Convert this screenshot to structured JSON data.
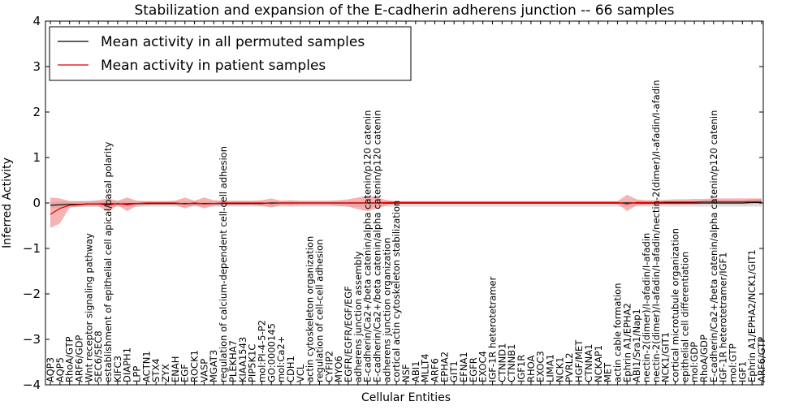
{
  "chart_data": {
    "type": "line",
    "title": "Stabilization and expansion of the E-cadherin adherens junction -- 66 samples",
    "xlabel": "Cellular Entities",
    "ylabel": "Inferred Activity",
    "ylim": [
      -4,
      4
    ],
    "yticks": [
      -4,
      -3,
      -2,
      -1,
      0,
      1,
      2,
      3,
      4
    ],
    "legend_position": "top-left",
    "grid": false,
    "colors": {
      "permuted": "#000000",
      "patient": "#e00000",
      "patient_band": "#f08080",
      "permuted_band": "#c8c8c8"
    },
    "categories": [
      "AQP3",
      "AQP5",
      "RhoA/GTP",
      "ARF6/GDP",
      "Wnt receptor signaling pathway",
      "SEC6/SEC8",
      "establishment of epithelial cell apical/basal polarity",
      "KIFC3",
      "DIAPH1",
      "LPP",
      "ACTN1",
      "STX4",
      "ZYX",
      "ENAH",
      "EGF",
      "ROCK1",
      "VASP",
      "MGAT3",
      "regulation of calcium-dependent cell-cell adhesion",
      "PLEKHA7",
      "KIAA1543",
      "PIP5K1C",
      "mol:PI-4-5-P2",
      "GO:0000145",
      "mol:Ca2+",
      "CDH1",
      "VCL",
      "actin cytoskeleton organization",
      "regulation of cell-cell adhesion",
      "CYFIP2",
      "MYO6",
      "EGFR/EGFR/EGF/EGF",
      "adherens junction assembly",
      "E-cadherin/Ca2+/beta catenin/alpha catenin/p120 catenin",
      "E-cadherin/Ca2+/beta catenin/alpha catenin/p120 catenin",
      "adherens junction organization",
      "cortical actin cytoskeleton stabilization",
      "NSF",
      "ABI1",
      "MLLT4",
      "ARF6",
      "EPHA2",
      "GIT1",
      "EFNA1",
      "EGFR",
      "EXOC4",
      "IGF-1R heterotetramer",
      "CTNND1",
      "CTNNB1",
      "IGF1R",
      "RHOA",
      "EXOC3",
      "LIMA1",
      "NCK1",
      "PVRL2",
      "HGF/MET",
      "CTNNA1",
      "NCKAP1",
      "MET",
      "actin cable formation",
      "Ephrin A1/EPHA2",
      "ABI1/Sra1/Nap1",
      "nectin-2(dimer)/I-afadin/I-afadin",
      "nectin-2(dimer)/I-afadin/I-afadin/nectin-2(dimer)/I-afadin/I-afadin",
      "NCK1/GIT1",
      "cortical microtubule organization",
      "epithelial cell differentiation",
      "mol:GDP",
      "RhoA/GDP",
      "E-cadherin/Ca2+/beta catenin/alpha catenin/p120 catenin",
      "IGF-1R heterotetramer/IGF1",
      "mol:GTP",
      "IGF1",
      "Ephrin A1/EPHA2/NCK1/GIT1",
      "ARF6/GTP"
    ],
    "series": [
      {
        "name": "Mean activity in all permuted samples",
        "values": [
          -0.05,
          -0.04,
          -0.03,
          -0.03,
          -0.02,
          -0.02,
          -0.02,
          -0.02,
          -0.02,
          -0.01,
          -0.01,
          -0.01,
          -0.01,
          -0.01,
          -0.01,
          -0.01,
          -0.01,
          -0.01,
          -0.01,
          -0.01,
          -0.01,
          -0.01,
          -0.01,
          0,
          0,
          0,
          0,
          0,
          0,
          0,
          0,
          0,
          0,
          0,
          0,
          0,
          0,
          0,
          0,
          0,
          0,
          0,
          0,
          0,
          0,
          0,
          0,
          0,
          0,
          0,
          0,
          0,
          0,
          0,
          0,
          0,
          0,
          0,
          0,
          0,
          0,
          0,
          0,
          0,
          0,
          0,
          0,
          0,
          0,
          0,
          0,
          0,
          0,
          0.01,
          0.01
        ],
        "lower": [
          -0.12,
          -0.1,
          -0.09,
          -0.09,
          -0.09,
          -0.09,
          -0.09,
          -0.09,
          -0.09,
          -0.09,
          -0.08,
          -0.08,
          -0.08,
          -0.08,
          -0.08,
          -0.08,
          -0.08,
          -0.08,
          -0.08,
          -0.08,
          -0.08,
          -0.08,
          -0.08,
          -0.08,
          -0.08,
          -0.08,
          -0.08,
          -0.08,
          -0.08,
          -0.08,
          -0.08,
          -0.08,
          -0.08,
          -0.08,
          -0.08,
          -0.08,
          -0.08,
          -0.08,
          -0.08,
          -0.08,
          -0.08,
          -0.08,
          -0.08,
          -0.08,
          -0.08,
          -0.08,
          -0.08,
          -0.08,
          -0.08,
          -0.08,
          -0.08,
          -0.08,
          -0.08,
          -0.08,
          -0.08,
          -0.08,
          -0.08,
          -0.08,
          -0.08,
          -0.08,
          -0.08,
          -0.08,
          -0.08,
          -0.08,
          -0.08,
          -0.08,
          -0.08,
          -0.08,
          -0.08,
          -0.08,
          -0.08,
          -0.08,
          -0.08,
          -0.08,
          -0.08
        ],
        "upper": [
          0.02,
          0.03,
          0.04,
          0.04,
          0.04,
          0.04,
          0.04,
          0.04,
          0.04,
          0.04,
          0.04,
          0.04,
          0.04,
          0.04,
          0.04,
          0.04,
          0.04,
          0.04,
          0.04,
          0.04,
          0.04,
          0.04,
          0.04,
          0.04,
          0.04,
          0.04,
          0.04,
          0.04,
          0.04,
          0.04,
          0.04,
          0.04,
          0.04,
          0.04,
          0.04,
          0.04,
          0.04,
          0.04,
          0.04,
          0.04,
          0.04,
          0.04,
          0.04,
          0.04,
          0.04,
          0.04,
          0.04,
          0.04,
          0.04,
          0.04,
          0.04,
          0.04,
          0.04,
          0.04,
          0.04,
          0.04,
          0.04,
          0.04,
          0.04,
          0.04,
          0.04,
          0.04,
          0.04,
          0.04,
          0.04,
          0.04,
          0.04,
          0.04,
          0.04,
          0.04,
          0.04,
          0.04,
          0.04,
          0.09,
          0.09
        ]
      },
      {
        "name": "Mean activity in patient samples",
        "values": [
          -0.25,
          -0.12,
          -0.05,
          -0.04,
          -0.02,
          -0.02,
          -0.05,
          -0.01,
          -0.04,
          -0.01,
          0,
          0,
          0,
          0,
          -0.02,
          0,
          -0.02,
          -0.01,
          0,
          0,
          0,
          0,
          0,
          -0.01,
          0,
          0,
          0,
          0,
          0,
          0,
          0,
          0,
          0,
          0,
          0,
          0.01,
          0.01,
          0.01,
          0.01,
          0.01,
          0.01,
          0.01,
          0.01,
          0.01,
          0.01,
          0.01,
          0.01,
          0.01,
          0.01,
          0.01,
          0.01,
          0.01,
          0.01,
          0.01,
          0.01,
          0.01,
          0.01,
          0.01,
          0.01,
          0.01,
          -0.02,
          0.01,
          0.01,
          0.01,
          0.02,
          0.02,
          0.02,
          0.02,
          0.03,
          0.03,
          0.03,
          0.03,
          0.03,
          0.03,
          0.03
        ],
        "lower": [
          -0.55,
          -0.45,
          -0.1,
          -0.08,
          -0.06,
          -0.07,
          -0.2,
          -0.05,
          -0.18,
          -0.06,
          -0.05,
          -0.04,
          -0.04,
          -0.04,
          -0.12,
          -0.05,
          -0.12,
          -0.06,
          -0.05,
          -0.05,
          -0.05,
          -0.05,
          -0.06,
          -0.1,
          -0.05,
          -0.06,
          -0.05,
          -0.05,
          -0.05,
          -0.05,
          -0.06,
          -0.08,
          -0.14,
          -0.18,
          -0.12,
          -0.05,
          -0.02,
          -0.02,
          -0.02,
          -0.02,
          -0.02,
          -0.02,
          -0.02,
          -0.02,
          -0.02,
          -0.02,
          -0.02,
          -0.02,
          -0.02,
          -0.02,
          -0.02,
          -0.02,
          -0.02,
          -0.02,
          -0.02,
          -0.02,
          -0.02,
          -0.02,
          -0.02,
          -0.02,
          -0.18,
          -0.05,
          -0.04,
          -0.04,
          -0.03,
          -0.04,
          -0.03,
          -0.03,
          -0.02,
          -0.02,
          -0.02,
          -0.02,
          -0.02,
          -0.02,
          -0.02
        ],
        "upper": [
          0.12,
          0.1,
          0.04,
          0.04,
          0.04,
          0.06,
          0.1,
          0.05,
          0.12,
          0.05,
          0.04,
          0.04,
          0.04,
          0.05,
          0.12,
          0.05,
          0.12,
          0.06,
          0.05,
          0.05,
          0.05,
          0.05,
          0.06,
          0.1,
          0.05,
          0.06,
          0.05,
          0.05,
          0.05,
          0.05,
          0.06,
          0.08,
          0.12,
          0.16,
          0.12,
          0.06,
          0.04,
          0.04,
          0.04,
          0.04,
          0.04,
          0.04,
          0.04,
          0.04,
          0.04,
          0.04,
          0.04,
          0.04,
          0.04,
          0.04,
          0.04,
          0.04,
          0.04,
          0.04,
          0.04,
          0.04,
          0.04,
          0.04,
          0.04,
          0.04,
          0.18,
          0.08,
          0.06,
          0.06,
          0.07,
          0.08,
          0.08,
          0.09,
          0.09,
          0.1,
          0.1,
          0.1,
          0.1,
          0.1,
          0.1
        ]
      }
    ]
  }
}
